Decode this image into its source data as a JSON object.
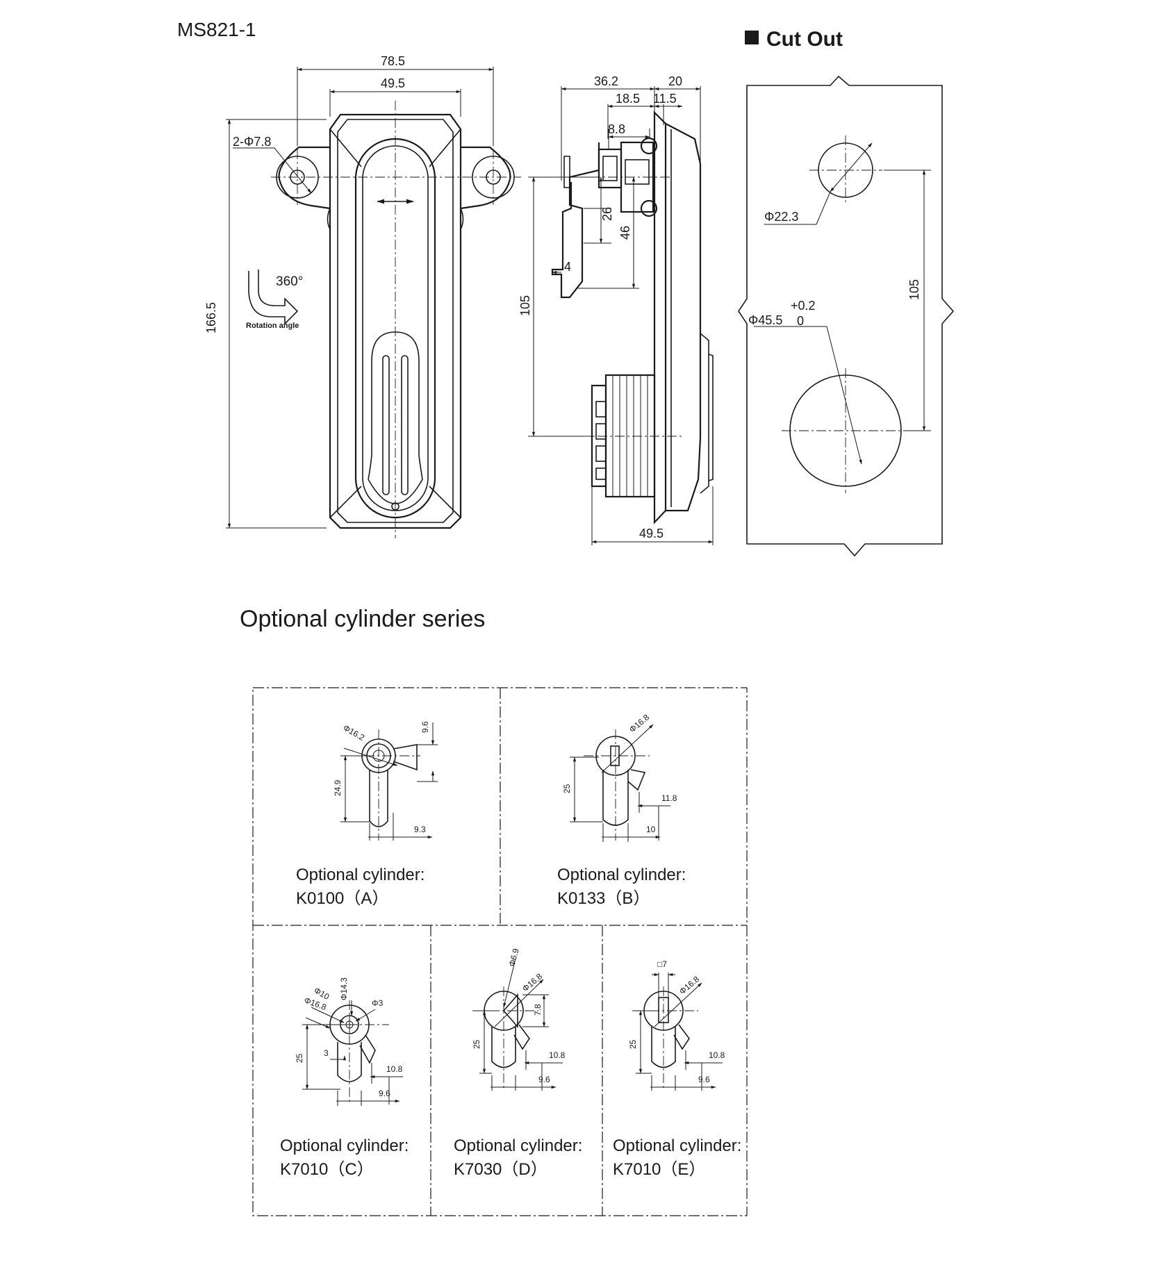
{
  "model": "MS821-1",
  "cutout_title": "Cut Out",
  "section_title": "Optional cylinder series",
  "rotation": {
    "angle": "360°",
    "label": "Rotation angle"
  },
  "front_view": {
    "width_overall": "78.5",
    "width_body": "49.5",
    "holes": "2-Φ7.8",
    "height": "166.5"
  },
  "side_view": {
    "d_362": "36.2",
    "d_20": "20",
    "d_185": "18.5",
    "d_115": "11.5",
    "d_88": "8.8",
    "d_26": "26",
    "d_46": "46",
    "d_4": "4",
    "d_105": "105",
    "d_495": "49.5"
  },
  "cutout": {
    "small_dia": "Φ22.3",
    "large_dia": "Φ45.5",
    "tol_plus": "+0.2",
    "tol_zero": "0",
    "spacing": "105"
  },
  "cylinders": [
    {
      "line1": "Optional cylinder:",
      "line2": "K0100（A）",
      "dims": [
        "Φ16.2",
        "9.6",
        "24.9",
        "9.3"
      ]
    },
    {
      "line1": "Optional cylinder:",
      "line2": "K0133（B）",
      "dims": [
        "Φ16.8",
        "25",
        "11.8",
        "10"
      ]
    },
    {
      "line1": "Optional cylinder:",
      "line2": "K7010（C）",
      "dims": [
        "Φ10",
        "Φ14.3",
        "Φ16.8",
        "Φ3",
        "25",
        "3",
        "10.8",
        "9.6"
      ]
    },
    {
      "line1": "Optional cylinder:",
      "line2": "K7030（D）",
      "dims": [
        "Φ6.9",
        "Φ16.8",
        "7.8",
        "25",
        "10.8",
        "9.6"
      ]
    },
    {
      "line1": "Optional cylinder:",
      "line2": "K7010（E）",
      "dims": [
        "□7",
        "Φ16.8",
        "25",
        "10.8",
        "9.6"
      ]
    }
  ]
}
